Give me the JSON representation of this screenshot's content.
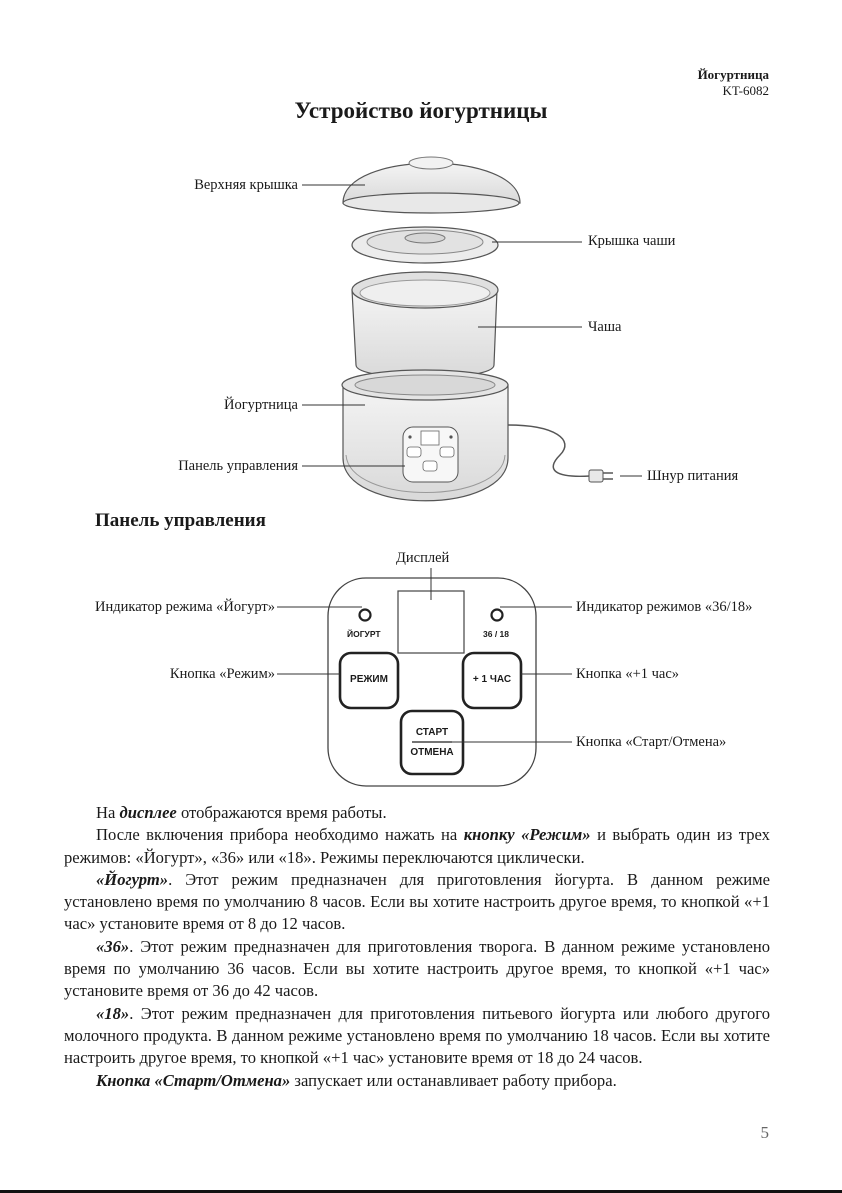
{
  "header": {
    "brand": "Йогуртница",
    "model": "KT-6082"
  },
  "title": "Устройство йогуртницы",
  "device_labels": {
    "top_lid": "Верхняя крышка",
    "bowl_lid": "Крышка чаши",
    "bowl": "Чаша",
    "yogurt_maker": "Йогуртница",
    "control_panel": "Панель управления",
    "power_cord": "Шнур питания"
  },
  "section_title": "Панель управления",
  "panel_labels": {
    "display": "Дисплей",
    "yogurt_indicator": "Индикатор режима «Йогурт»",
    "mode_indicator": "Индикатор режимов «36/18»",
    "mode_button": "Кнопка «Режим»",
    "plus_hour_button": "Кнопка «+1 час»",
    "start_cancel_button": "Кнопка «Старт/Отмена»"
  },
  "panel_text": {
    "yogurt": "ЙОГУРТ",
    "modes": "36 / 18",
    "mode_btn": "РЕЖИМ",
    "plus_hour_btn": "+ 1 ЧАС",
    "start": "СТАРТ",
    "cancel": "ОТМЕНА"
  },
  "paragraphs": {
    "p1_a": "На ",
    "p1_b": "дисплее",
    "p1_c": " отображаются время работы.",
    "p2_a": "После включения прибора необходимо нажать на ",
    "p2_b": "кнопку «Режим»",
    "p2_c": " и выбрать один из трех режимов: «Йогурт», «36» или «18». Режимы переключаются циклически.",
    "p3_a": "«Йогурт»",
    "p3_b": ". Этот режим предназначен для приготовления йогурта. В данном режиме установлено время по умолчанию 8 часов. Если вы хотите настроить другое время, то кнопкой «+1 час» установите время от 8 до 12 часов.",
    "p4_a": "«36»",
    "p4_b": ". Этот режим предназначен для приготовления творога. В данном режиме установлено время по умолчанию 36 часов. Если вы хотите настроить другое время, то кнопкой «+1 час» установите время от 36 до 42 часов.",
    "p5_a": "«18»",
    "p5_b": ". Этот режим предназначен для приготовления питьевого йогурта или любого другого молочного продукта. В данном режиме установлено время по умолчанию 18 часов. Если вы хотите настроить другое время, то кнопкой «+1 час» установите время от 18 до 24 часов.",
    "p6_a": "Кнопка «Старт/Отмена»",
    "p6_b": " запускает или останавливает работу прибора."
  },
  "page_number": "5"
}
